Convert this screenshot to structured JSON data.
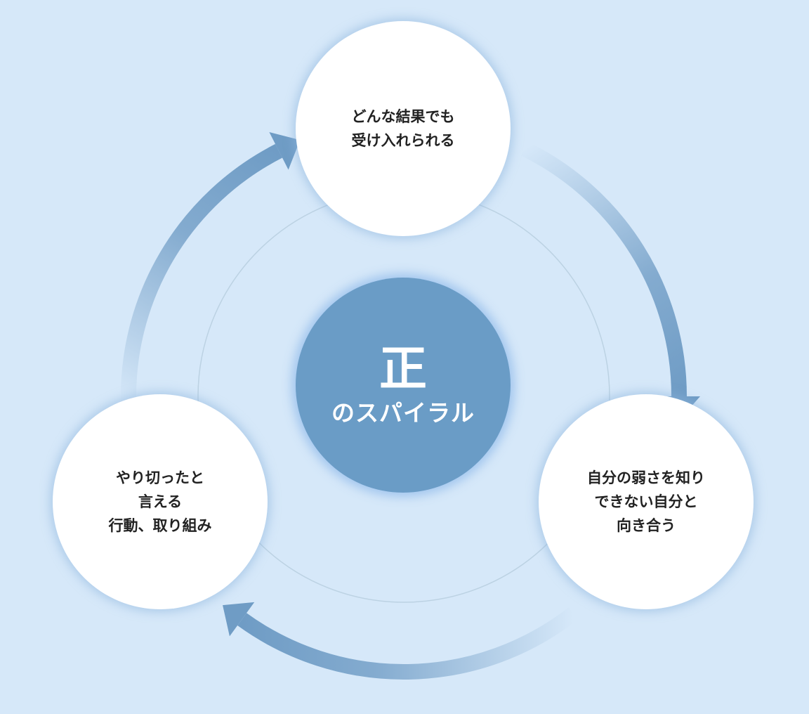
{
  "center": {
    "main": "正",
    "sub": "のスパイラル"
  },
  "nodes": [
    {
      "text": "どんな結果でも\n受け入れられる"
    },
    {
      "text": "自分の弱さを知り\nできない自分と\n向き合う"
    },
    {
      "text": "やり切ったと\n言える\n行動、取り組み"
    }
  ],
  "colors": {
    "background": "#d6e8f9",
    "arrow": "#6f9cc5",
    "center": "#6a9cc6",
    "ring": "#b9cfe0"
  }
}
